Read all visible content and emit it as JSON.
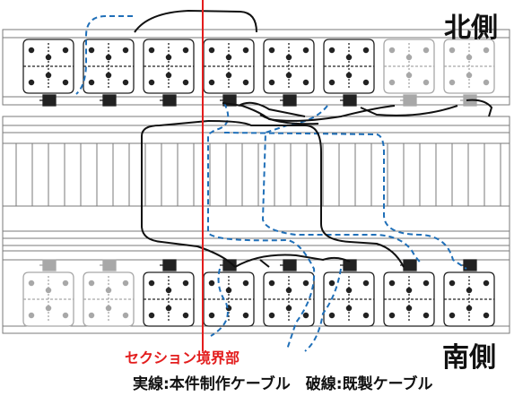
{
  "labels": {
    "north": "北側",
    "south": "南側",
    "section_boundary": "セクション境界部",
    "legend": "実線:本件制作ケーブル　破線:既製ケーブル"
  },
  "colors": {
    "new_cable": "#111111",
    "existing_cable": "#1f6fb8",
    "section_line": "#e31d1d",
    "equipment_dark": "#222222",
    "equipment_light": "#a8a8a8",
    "frame": "#7a7a7a"
  },
  "north_units": [
    "dark",
    "dark",
    "dark",
    "dark",
    "dark",
    "dark",
    "light",
    "light"
  ],
  "south_units": [
    "light",
    "light",
    "dark",
    "dark",
    "dark",
    "dark",
    "dark",
    "dark"
  ]
}
